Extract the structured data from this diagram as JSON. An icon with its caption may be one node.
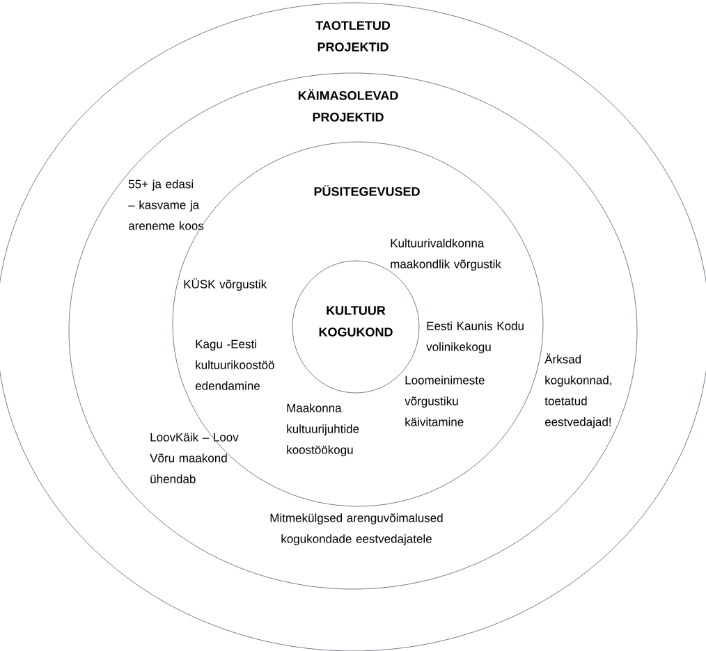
{
  "diagram": {
    "nodes": [
      {
        "text": [
          "TAOTLETUD PROJEKTID"
        ]
      },
      {
        "text": [
          "KÄIMASOLEVAD PROJEKTID",
          "55+ ja edasi – kasvame ja areneme koos",
          "LoovKäik – Loov Võru maakond ühendab",
          "Mitmekülgsed arenguvõimalused kogukondade eestvedajatele",
          "Ärksad kogukonnad, toetatud eestvedajad!"
        ],
        "in": 0
      },
      {
        "text": [
          "PÜSITEGEVUSED",
          "Kultuurivaldkonna maakondlik võrgustik",
          "KÜSK võrgustik",
          "Eesti Kaunis Kodu volinikekogu",
          "Kagu -Eesti kultuurikoostöö edendamine",
          "Loomeinimeste võrgustiku käivitamine",
          "Maakonna kultuurijuhtide koostöökogu"
        ],
        "in": 1
      },
      {
        "text": [
          "KULTUUR KOGUKOND"
        ],
        "in": 2
      }
    ]
  }
}
